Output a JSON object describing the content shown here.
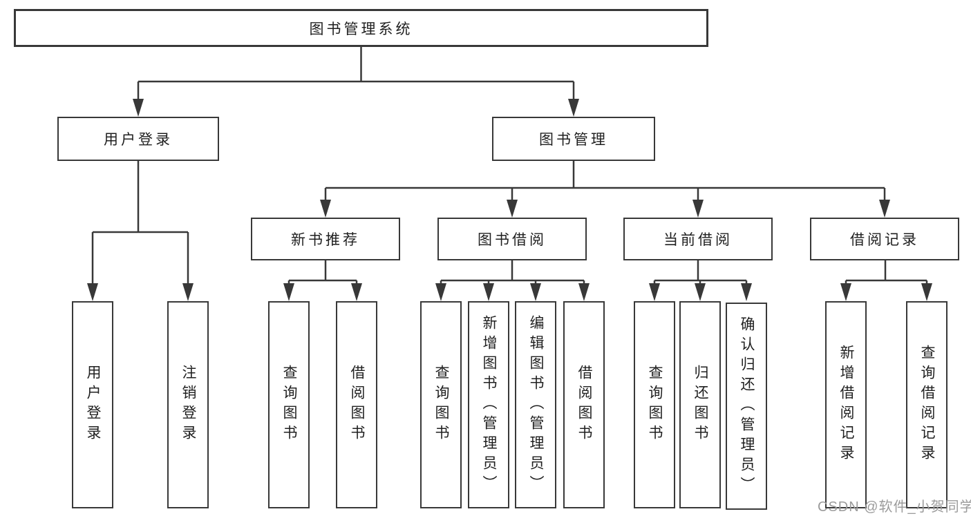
{
  "diagram_title": "图书管理系统",
  "tree": {
    "label": "图书管理系统",
    "children": [
      {
        "label": "用户登录",
        "children": [
          {
            "label": "用户登录"
          },
          {
            "label": "注销登录"
          }
        ]
      },
      {
        "label": "图书管理",
        "children": [
          {
            "label": "新书推荐",
            "children": [
              {
                "label": "查询图书"
              },
              {
                "label": "借阅图书"
              }
            ]
          },
          {
            "label": "图书借阅",
            "children": [
              {
                "label": "查询图书"
              },
              {
                "label": "新增图书（管理员）"
              },
              {
                "label": "编辑图书（管理员）"
              },
              {
                "label": "借阅图书"
              }
            ]
          },
          {
            "label": "当前借阅",
            "children": [
              {
                "label": "查询图书"
              },
              {
                "label": "归还图书"
              },
              {
                "label": "确认归还（管理员）"
              }
            ]
          },
          {
            "label": "借阅记录",
            "children": [
              {
                "label": "新增借阅记录"
              },
              {
                "label": "查询借阅记录"
              }
            ]
          }
        ]
      }
    ]
  },
  "watermark": {
    "text": "CSDN @软件_小贺同学"
  },
  "colors": {
    "line": "#383838",
    "text": "#1f1f1f",
    "box_background": "#ffffff",
    "page_background": "#ffffff",
    "watermark": "#9b9b9b"
  }
}
